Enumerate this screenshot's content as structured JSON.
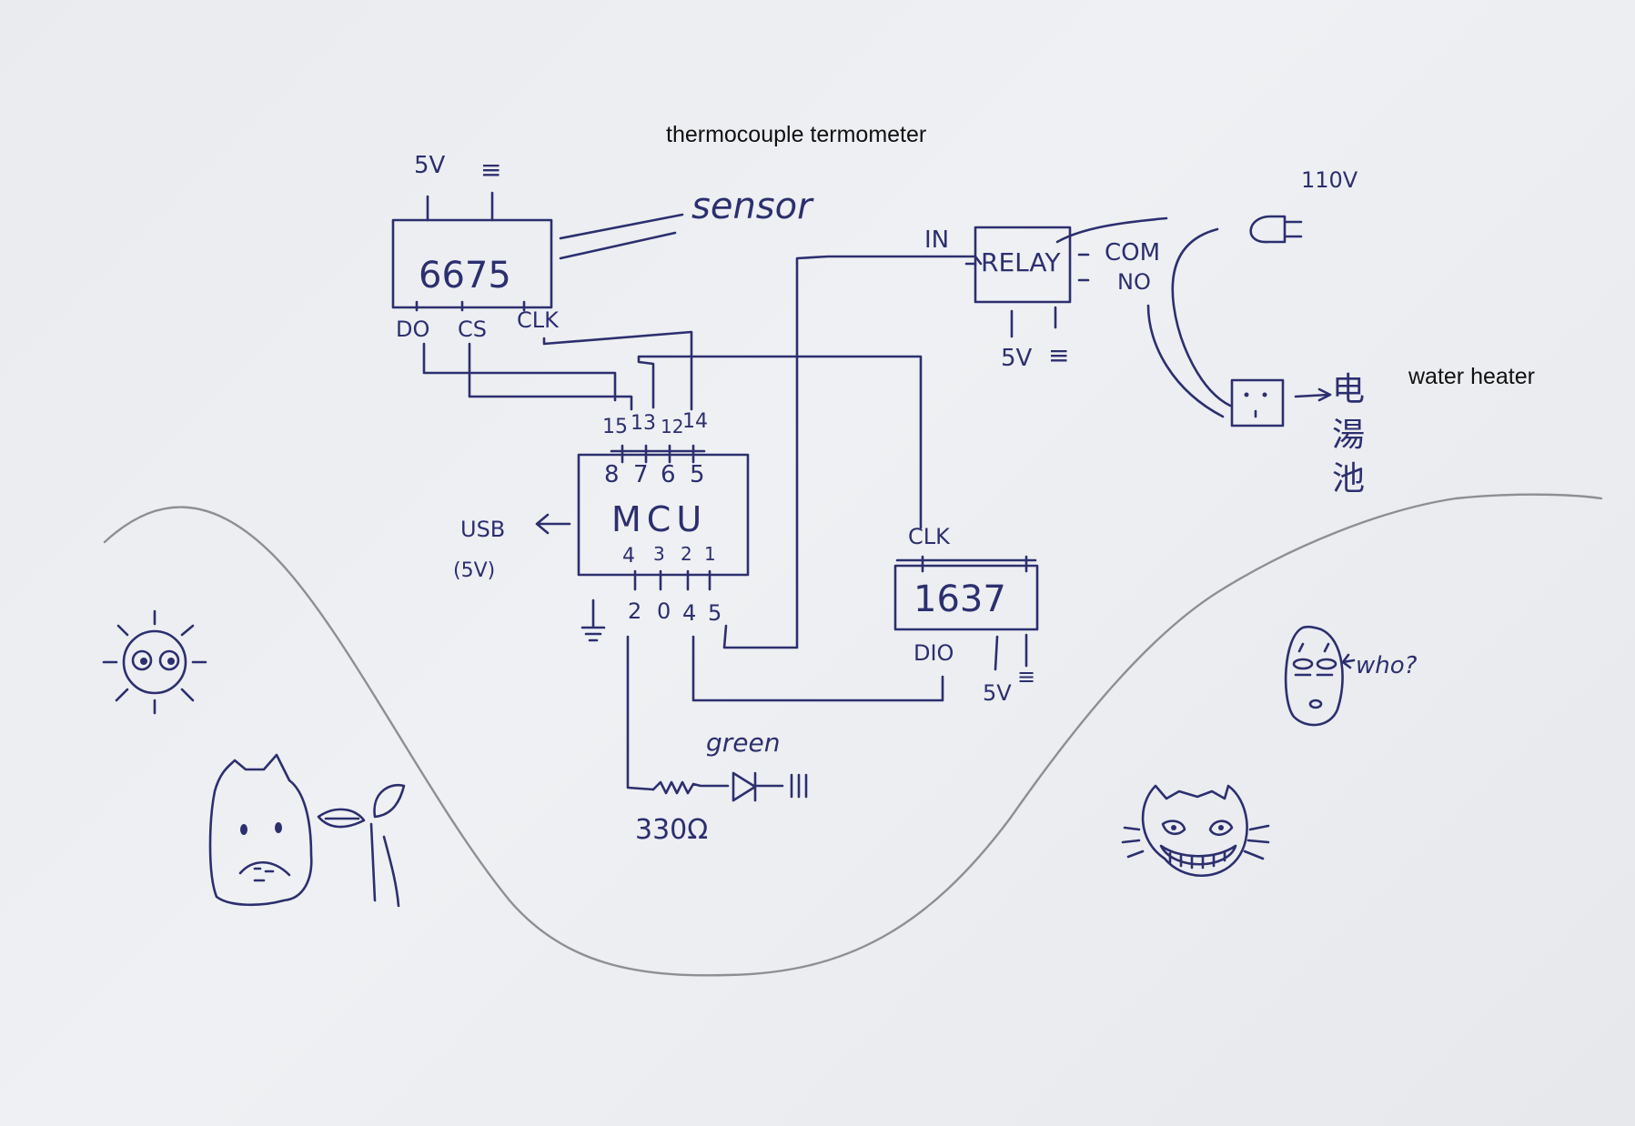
{
  "title": "thermocouple termometer",
  "heater_label": "water heater",
  "max6675": {
    "chip": "6675",
    "power": "5V",
    "pins": [
      "DO",
      "CS",
      "CLK"
    ],
    "sensor": "sensor"
  },
  "mcu": {
    "label": "MCU",
    "top_pins": [
      "8",
      "7",
      "6",
      "5"
    ],
    "top_gpio": [
      "15",
      "13",
      "12",
      "14"
    ],
    "bottom_pins": [
      "4",
      "3",
      "2",
      "1"
    ],
    "bottom_gpio": [
      "2",
      "0",
      "4",
      "5"
    ],
    "usb": "USB",
    "usb_power": "(5V)"
  },
  "relay": {
    "label": "RELAY",
    "input": "IN",
    "com": "COM",
    "no": "NO",
    "power": "5V"
  },
  "mains": "110V",
  "heater_chinese": [
    "电",
    "湯",
    "池"
  ],
  "tm1637": {
    "chip": "1637",
    "clk": "CLK",
    "dio": "DIO",
    "power": "5V"
  },
  "led": {
    "color": "green",
    "resistor": "330Ω"
  },
  "who": "who?",
  "colors": {
    "ink": "#2c2f6e",
    "pencil": "#8d8f93",
    "paper": "#eceef1"
  }
}
